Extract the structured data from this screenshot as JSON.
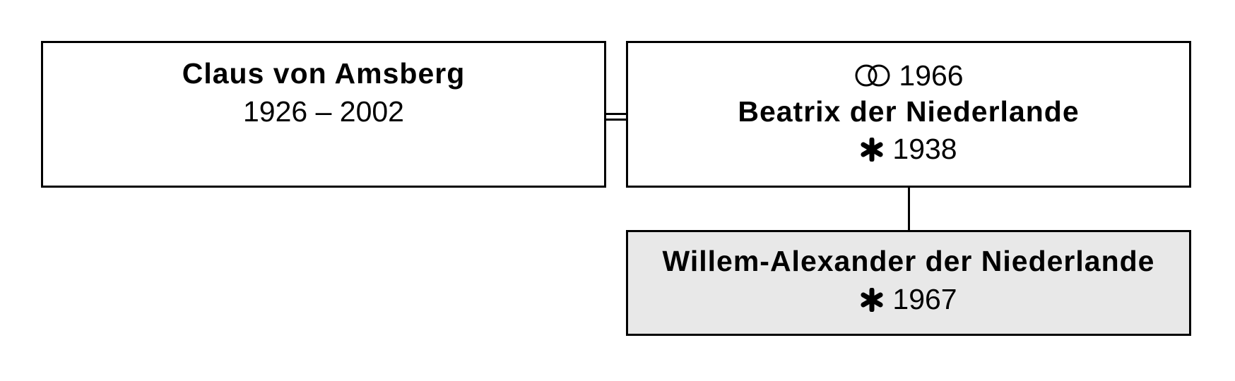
{
  "persons": {
    "claus": {
      "name": "Claus von Amsberg",
      "dates": "1926 – 2002"
    },
    "beatrix": {
      "marriage_year": "1966",
      "name": "Beatrix der Niederlande",
      "birth_year": "1938"
    },
    "willem": {
      "name": "Willem-Alexander der Niederlande",
      "birth_year": "1967"
    }
  },
  "icons": {
    "marriage": "marriage-rings-icon",
    "birth": "birth-star-icon"
  },
  "colors": {
    "highlight_background": "#e8e8e8",
    "border": "#000000"
  }
}
